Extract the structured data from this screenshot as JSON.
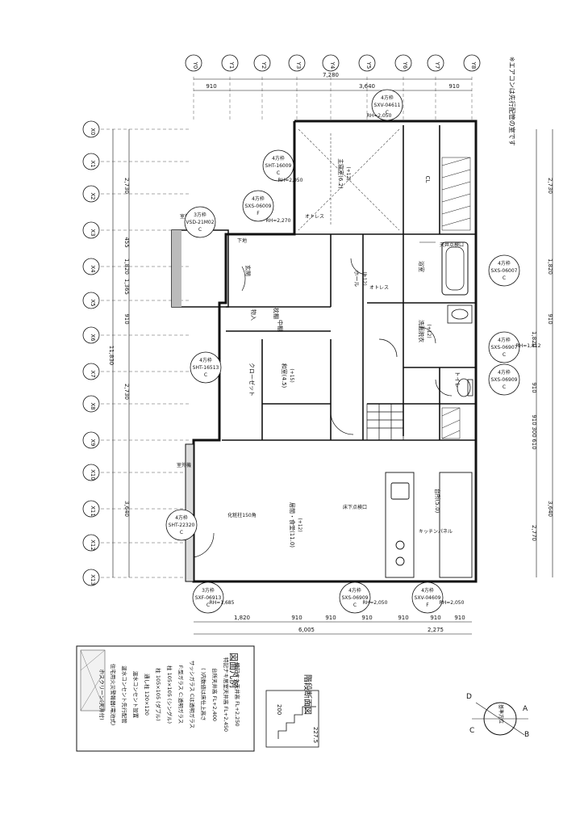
{
  "header_note": "※エアコンは先行配管の室です",
  "column_grid": [
    "Y0",
    "Y1",
    "Y2",
    "Y3",
    "Y4",
    "Y5",
    "Y6",
    "Y7",
    "Y8"
  ],
  "row_grid": [
    "X0",
    "X1",
    "X2",
    "X3",
    "X4",
    "X5",
    "X6",
    "X7",
    "X8",
    "X9",
    "X10",
    "X11",
    "X12",
    "X13"
  ],
  "dims_top_total": "7,280",
  "dims_top": [
    "910",
    "3,640",
    "910"
  ],
  "dims_bottom": [
    "1,820",
    "910",
    "910",
    "910",
    "910",
    "910",
    "910"
  ],
  "dims_bottom_total": [
    "6,005",
    "2,275"
  ],
  "dims_left": [
    "2,730",
    "455",
    "1,820",
    "1,365",
    "910",
    "2,730",
    "3,640"
  ],
  "dims_left_total": "11,830",
  "dims_right": [
    "2,730",
    "1,820",
    "910",
    "1,820",
    "910",
    "910",
    "300",
    "610",
    "3,640",
    "2,770"
  ],
  "windows": [
    {
      "tag": "4方枠",
      "code": "SXV-04611",
      "sub": "C"
    },
    {
      "tag": "4方枠",
      "code": "SHT-16009",
      "sub": "C"
    },
    {
      "tag": "4方枠",
      "code": "SXS-06009",
      "sub": "F"
    },
    {
      "tag": "3方枠",
      "code": "VSD-21M02",
      "sub": "C"
    },
    {
      "tag": "4方枠",
      "code": "SHT-16513",
      "sub": "C"
    },
    {
      "tag": "4方枠",
      "code": "SHT-22320",
      "sub": "C"
    },
    {
      "tag": "3方枠",
      "code": "SXF-06913",
      "sub": "C"
    },
    {
      "tag": "4方枠",
      "code": "SXS-06909",
      "sub": "C"
    },
    {
      "tag": "4方枠",
      "code": "SXV-04609",
      "sub": "F"
    },
    {
      "tag": "4方枠",
      "code": "SXS-06007",
      "sub": "C"
    },
    {
      "tag": "4方枠",
      "code": "SXS-06907",
      "sub": "C"
    },
    {
      "tag": "4方枠",
      "code": "SXS-06909",
      "sub": "C"
    }
  ],
  "rh_labels": [
    "RH=2,050",
    "RH=2,050",
    "RH=2,270",
    "RH=1,685",
    "RH=2,050",
    "RH=2,050",
    "RH=1,812"
  ],
  "rooms": [
    {
      "name": "主寝室(6.2)",
      "sub": "(+12)"
    },
    {
      "name": "ホール",
      "sub": "(+12)"
    },
    {
      "name": "浴室"
    },
    {
      "name": "玄関"
    },
    {
      "name": "和室(4.5)",
      "sub": "(+15)"
    },
    {
      "name": "洗面脱衣",
      "sub": "(+12)"
    },
    {
      "name": "トイレ"
    },
    {
      "name": "居間・食堂(11.0)",
      "sub": "(+12)"
    },
    {
      "name": "台所(5.0)"
    },
    {
      "name": "物入"
    },
    {
      "name": "枕棚"
    },
    {
      "name": "中棚"
    },
    {
      "name": "クローゼット"
    },
    {
      "name": "CL"
    }
  ],
  "annotations": [
    "オトレス",
    "オトレス",
    "室外機",
    "室外機",
    "キッチンパネル",
    "化粧柱150角",
    "床下点検口",
    "天井点検口",
    "下地"
  ],
  "legend": {
    "title": "図面凡例",
    "items": [
      "特記ナキ天井高 FL+2,250",
      "特記ナキ居室天井高 FL+2,450",
      "台所天井高 FL+2,400",
      "( )内数値は床仕上高さ",
      "サッシガラス Cは透明ガラス",
      "F:型ガラス C:透明ガラス",
      "柱 105×105 (シングル)",
      "柱 105×105 (ダブル)",
      "通し柱 120×120",
      "温水コンセント設置",
      "温水コンセント先行配管",
      "住宅用火災警報器(電池式)",
      "ホスクリーン(天井付)"
    ]
  },
  "section_title": "階段断面図",
  "section_dims": [
    "227.5",
    "200"
  ],
  "compass": {
    "center": "基準方位",
    "labels": [
      "A",
      "B",
      "C",
      "D"
    ]
  }
}
